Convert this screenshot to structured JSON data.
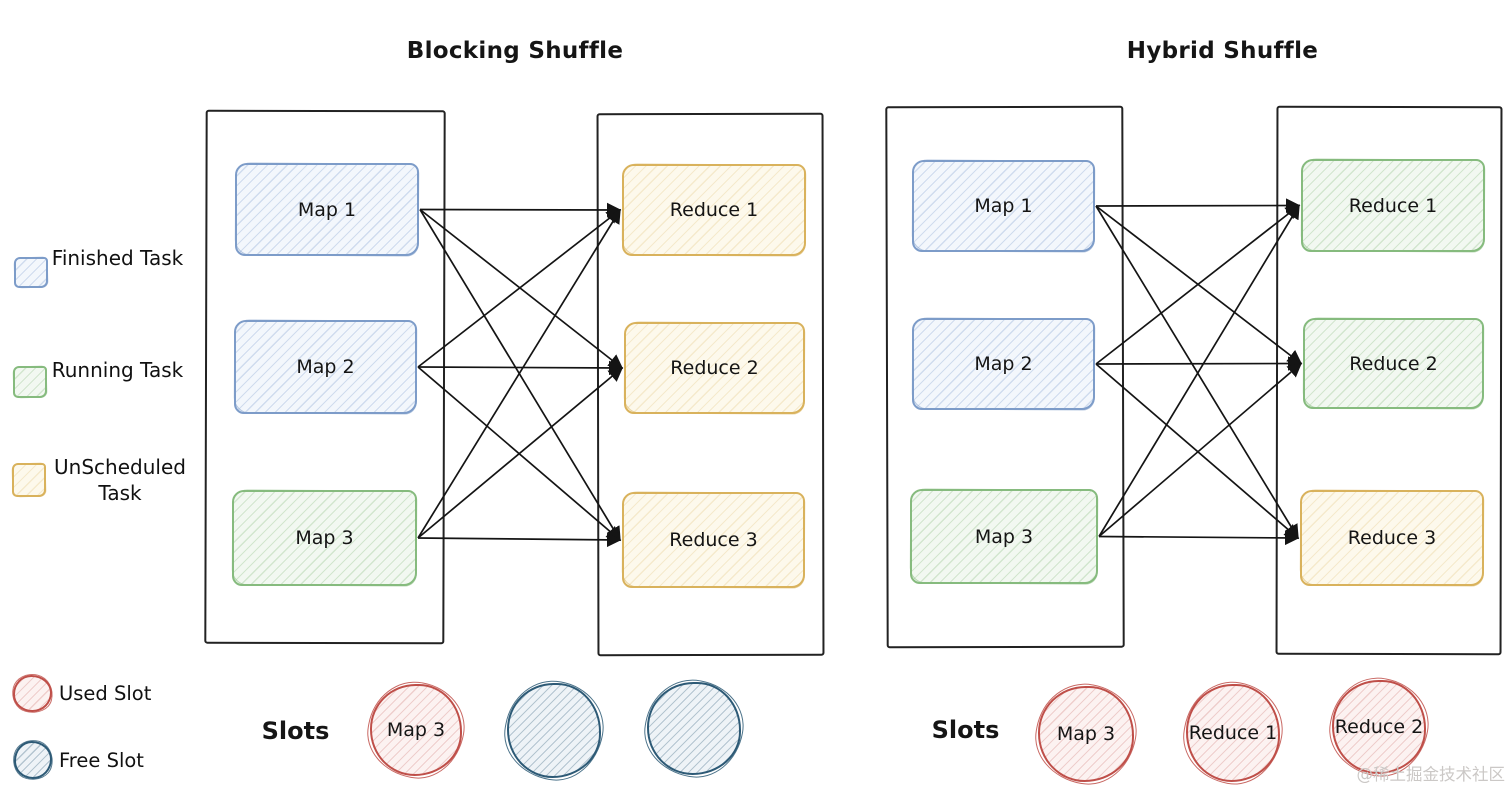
{
  "watermark": "@稀土掘金技术社区",
  "colors": {
    "finished_stroke": "#7d9cc9",
    "running_stroke": "#86bb7e",
    "unscheduled_stroke": "#d9b25c",
    "used_slot_stroke": "#bf4f49",
    "free_slot_stroke": "#2d5a76",
    "container_stroke": "#222222",
    "arrow": "#141414",
    "watermark_gray": "#cbc8c6"
  },
  "legend": {
    "tasks": [
      {
        "label": "Finished Task",
        "type": "finished"
      },
      {
        "label": "Running Task",
        "type": "running"
      },
      {
        "label": "UnScheduled Task",
        "type": "unscheduled"
      }
    ],
    "slots": [
      {
        "label": "Used Slot",
        "type": "used"
      },
      {
        "label": "Free Slot",
        "type": "free"
      }
    ]
  },
  "diagrams": [
    {
      "title": "Blocking Shuffle",
      "maps": [
        {
          "label": "Map 1",
          "state": "finished"
        },
        {
          "label": "Map 2",
          "state": "finished"
        },
        {
          "label": "Map 3",
          "state": "running"
        }
      ],
      "reduces": [
        {
          "label": "Reduce 1",
          "state": "unscheduled"
        },
        {
          "label": "Reduce 2",
          "state": "unscheduled"
        },
        {
          "label": "Reduce 3",
          "state": "unscheduled"
        }
      ],
      "connections": [
        [
          0,
          0
        ],
        [
          0,
          1
        ],
        [
          0,
          2
        ],
        [
          1,
          0
        ],
        [
          1,
          1
        ],
        [
          1,
          2
        ],
        [
          2,
          0
        ],
        [
          2,
          1
        ],
        [
          2,
          2
        ]
      ],
      "slots_label": "Slots",
      "slots": [
        {
          "label": "Map 3",
          "type": "used"
        },
        {
          "label": "",
          "type": "free"
        },
        {
          "label": "",
          "type": "free"
        }
      ]
    },
    {
      "title": "Hybrid Shuffle",
      "maps": [
        {
          "label": "Map 1",
          "state": "finished"
        },
        {
          "label": "Map 2",
          "state": "finished"
        },
        {
          "label": "Map 3",
          "state": "running"
        }
      ],
      "reduces": [
        {
          "label": "Reduce 1",
          "state": "running"
        },
        {
          "label": "Reduce 2",
          "state": "running"
        },
        {
          "label": "Reduce 3",
          "state": "unscheduled"
        }
      ],
      "connections": [
        [
          0,
          0
        ],
        [
          0,
          1
        ],
        [
          0,
          2
        ],
        [
          1,
          0
        ],
        [
          1,
          1
        ],
        [
          1,
          2
        ],
        [
          2,
          0
        ],
        [
          2,
          1
        ],
        [
          2,
          2
        ]
      ],
      "slots_label": "Slots",
      "slots": [
        {
          "label": "Map 3",
          "type": "used"
        },
        {
          "label": "Reduce 1",
          "type": "used"
        },
        {
          "label": "Reduce 2",
          "type": "used"
        }
      ]
    }
  ]
}
